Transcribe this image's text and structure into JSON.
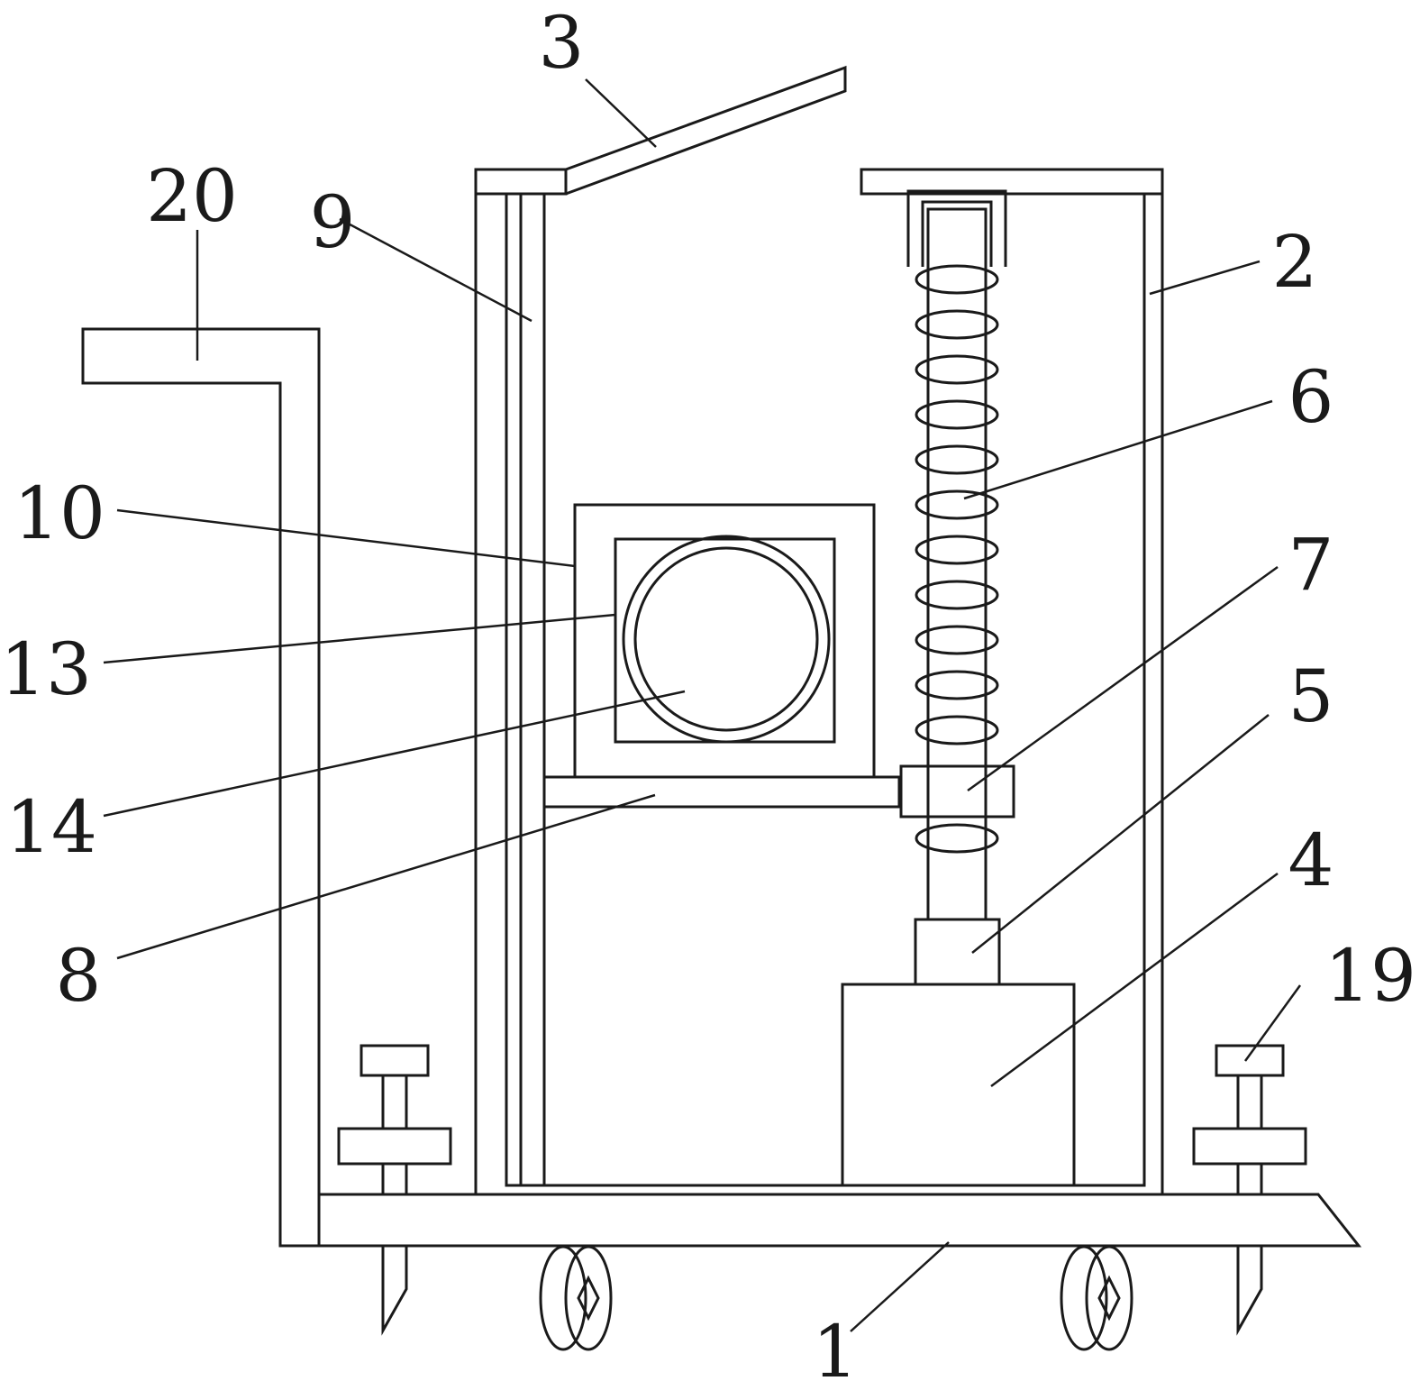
{
  "labels": {
    "n1": "1",
    "n2": "2",
    "n3": "3",
    "n4": "4",
    "n5": "5",
    "n6": "6",
    "n7": "7",
    "n8": "8",
    "n9": "9",
    "n10": "10",
    "n13": "13",
    "n14": "14",
    "n19": "19",
    "n20": "20"
  }
}
